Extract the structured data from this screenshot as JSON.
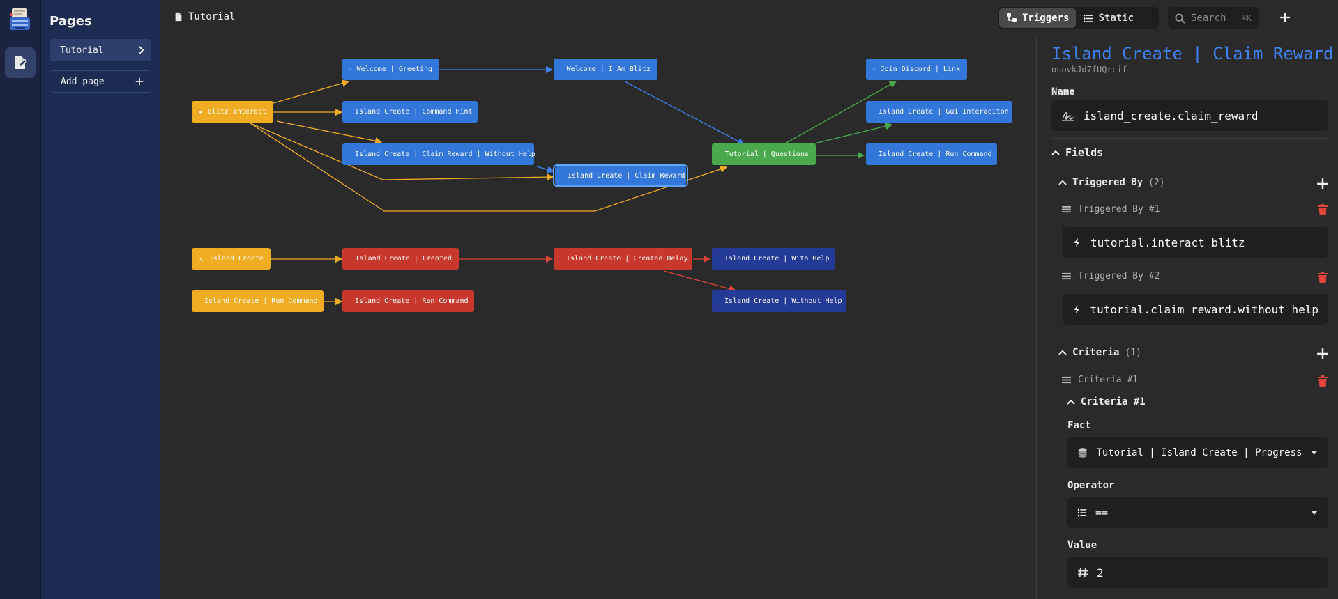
{
  "sidebar": {
    "title": "Pages",
    "items": [
      {
        "label": "Tutorial"
      }
    ],
    "add_label": "Add page"
  },
  "topbar": {
    "page_title": "Tutorial",
    "tabs": [
      {
        "label": "Triggers",
        "active": true
      },
      {
        "label": "Static",
        "active": false
      }
    ],
    "search_placeholder": "Search",
    "search_shortcut": "⌘K"
  },
  "graph": {
    "nodes": [
      {
        "id": "welcome-greeting",
        "label": "Welcome | Greeting",
        "kind": "dialogue",
        "color": "blue"
      },
      {
        "id": "welcome-i-am-blitz",
        "label": "Welcome | I Am Blitz",
        "kind": "dialogue",
        "color": "blue"
      },
      {
        "id": "join-discord-link",
        "label": "Join Discord | Link",
        "kind": "dialogue",
        "color": "blue"
      },
      {
        "id": "blitz-interact",
        "label": "Blitz Interact",
        "kind": "event",
        "color": "yellow"
      },
      {
        "id": "command-hint",
        "label": "Island Create | Command Hint",
        "kind": "dialogue",
        "color": "blue"
      },
      {
        "id": "gui-interaction",
        "label": "Island Create | Gui Interaciton",
        "kind": "dialogue",
        "color": "blue"
      },
      {
        "id": "claim-reward-without-help",
        "label": "Island Create | Claim Reward | Without Help",
        "kind": "dialogue",
        "color": "blue"
      },
      {
        "id": "tutorial-questions",
        "label": "Tutorial | Questions",
        "kind": "list",
        "color": "green"
      },
      {
        "id": "run-command",
        "label": "Island Create | Run Command",
        "kind": "dialogue",
        "color": "blue"
      },
      {
        "id": "claim-reward",
        "label": "Island Create | Claim Reward",
        "kind": "dialogue",
        "color": "blue",
        "selected": true
      },
      {
        "id": "island-create",
        "label": "Island Create",
        "kind": "command",
        "color": "yellow"
      },
      {
        "id": "created",
        "label": "Island Create | Created",
        "kind": "action",
        "color": "red"
      },
      {
        "id": "created-delay",
        "label": "Island Create | Created Delay",
        "kind": "delay",
        "color": "red"
      },
      {
        "id": "with-help",
        "label": "Island Create | With Help",
        "kind": "speech",
        "color": "navy"
      },
      {
        "id": "island-create-run-command",
        "label": "Island Create | Run Command",
        "kind": "command",
        "color": "yellow"
      },
      {
        "id": "ran-command",
        "label": "Island Create | Ran Command",
        "kind": "action",
        "color": "red"
      },
      {
        "id": "without-help",
        "label": "Island Create | Without Help",
        "kind": "speech",
        "color": "navy"
      }
    ],
    "edges": [
      {
        "from": "blitz-interact",
        "to": "welcome-greeting",
        "color": "yellow"
      },
      {
        "from": "blitz-interact",
        "to": "command-hint",
        "color": "yellow"
      },
      {
        "from": "blitz-interact",
        "to": "claim-reward-without-help",
        "color": "yellow"
      },
      {
        "from": "blitz-interact",
        "to": "claim-reward",
        "color": "yellow"
      },
      {
        "from": "blitz-interact",
        "to": "tutorial-questions",
        "color": "yellow"
      },
      {
        "from": "welcome-greeting",
        "to": "welcome-i-am-blitz",
        "color": "blue"
      },
      {
        "from": "welcome-i-am-blitz",
        "to": "tutorial-questions",
        "color": "blue"
      },
      {
        "from": "claim-reward-without-help",
        "to": "claim-reward",
        "color": "blue"
      },
      {
        "from": "claim-reward",
        "to": "tutorial-questions",
        "color": "yellow"
      },
      {
        "from": "tutorial-questions",
        "to": "join-discord-link",
        "color": "green"
      },
      {
        "from": "tutorial-questions",
        "to": "gui-interaction",
        "color": "green"
      },
      {
        "from": "tutorial-questions",
        "to": "run-command",
        "color": "green"
      },
      {
        "from": "island-create",
        "to": "created",
        "color": "yellow"
      },
      {
        "from": "created",
        "to": "created-delay",
        "color": "red"
      },
      {
        "from": "created-delay",
        "to": "with-help",
        "color": "red"
      },
      {
        "from": "created-delay",
        "to": "without-help",
        "color": "red"
      },
      {
        "from": "island-create-run-command",
        "to": "ran-command",
        "color": "yellow"
      }
    ]
  },
  "inspector": {
    "title": "Island Create | Claim Reward",
    "id": "osovkJd7fUQrcif",
    "name_label": "Name",
    "name_value": "island_create.claim_reward",
    "fields_label": "Fields",
    "triggered_by": {
      "label": "Triggered By",
      "count": "(2)",
      "items": [
        {
          "label": "Triggered By #1",
          "value": "tutorial.interact_blitz"
        },
        {
          "label": "Triggered By #2",
          "value": "tutorial.claim_reward.without_help"
        }
      ]
    },
    "criteria": {
      "label": "Criteria",
      "count": "(1)",
      "item_label": "Criteria #1",
      "item_title": "Criteria #1",
      "fact_label": "Fact",
      "fact_value": "Tutorial | Island Create | Progress",
      "operator_label": "Operator",
      "operator_value": "==",
      "value_label": "Value",
      "value_value": "2"
    }
  },
  "colors": {
    "blue": "#3477db",
    "yellow": "#f0ad24",
    "red": "#c8382c",
    "navy": "#243a97",
    "green": "#4aa94d",
    "accent": "#3d82f0",
    "delete": "#e0443a"
  }
}
